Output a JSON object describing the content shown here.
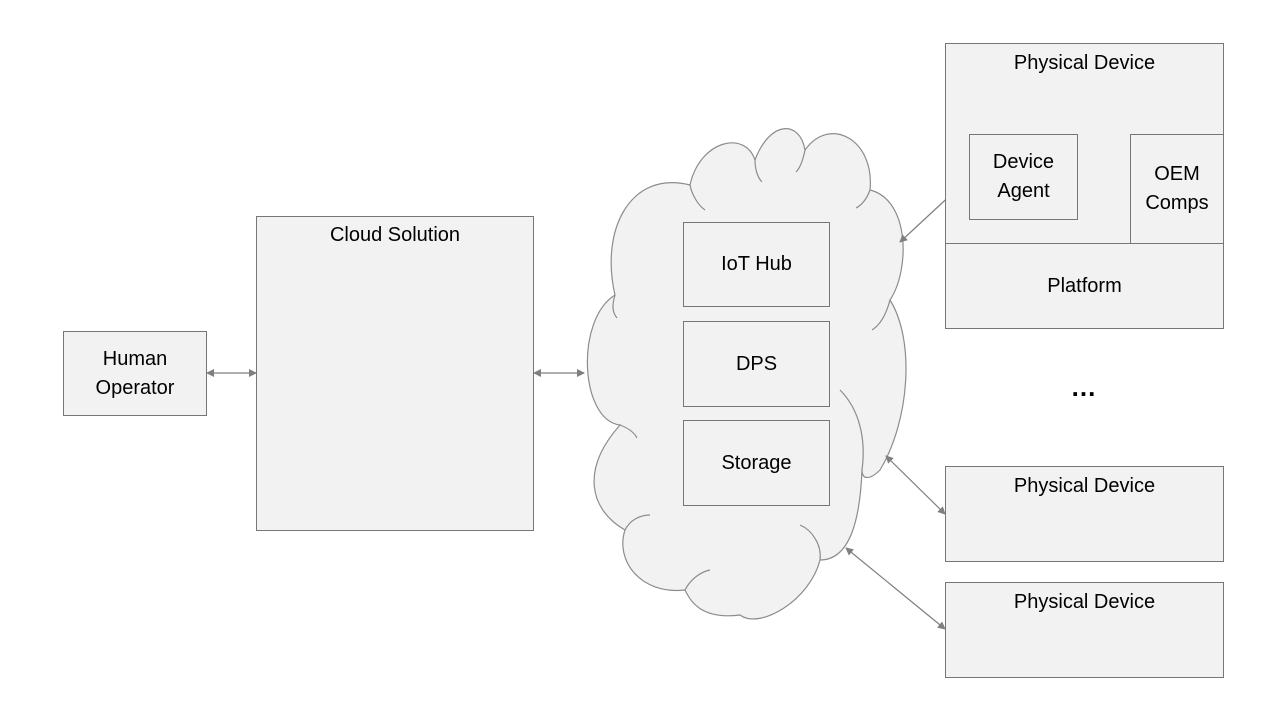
{
  "diagram": {
    "human_operator": {
      "line1": "Human",
      "line2": "Operator"
    },
    "cloud_solution": {
      "label": "Cloud Solution"
    },
    "cloud": {
      "iot_hub": "IoT Hub",
      "dps": "DPS",
      "storage": "Storage"
    },
    "device_main": {
      "title": "Physical Device",
      "device_agent": {
        "line1": "Device",
        "line2": "Agent"
      },
      "oem_comps": {
        "line1": "OEM",
        "line2": "Comps"
      },
      "platform": "Platform"
    },
    "ellipsis": "...",
    "device_2": {
      "title": "Physical Device"
    },
    "device_3": {
      "title": "Physical Device"
    }
  }
}
